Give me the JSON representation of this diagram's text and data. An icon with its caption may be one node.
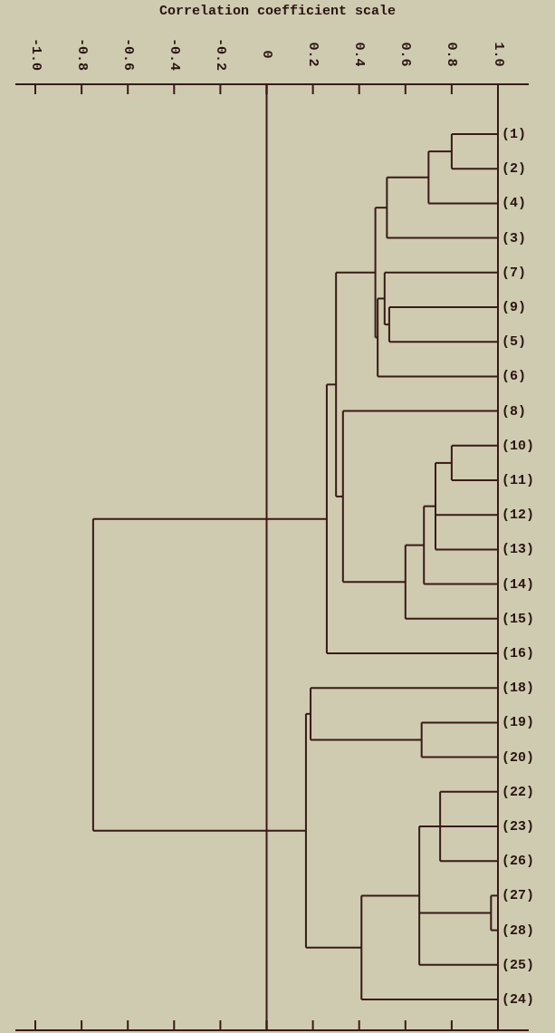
{
  "diagram": {
    "title": "Correlation coefficient scale",
    "labels": [
      "-1.0",
      "-0.8",
      "-0.6",
      "-0.4",
      "-0.2",
      "0",
      "0.2",
      "0.4",
      "0.6",
      "0.8",
      "1.0",
      "(1)",
      "(2)",
      "(4)",
      "(3)",
      "(7)",
      "(9)",
      "(5)",
      "(6)",
      "(8)",
      "(10)",
      "(11)",
      "(12)",
      "(13)",
      "(14)",
      "(15)",
      "(16)",
      "(18)",
      "(19)",
      "(20)",
      "(22)",
      "(23)",
      "(26)",
      "(27)",
      "(28)",
      "(25)",
      "(24)"
    ]
  }
}
